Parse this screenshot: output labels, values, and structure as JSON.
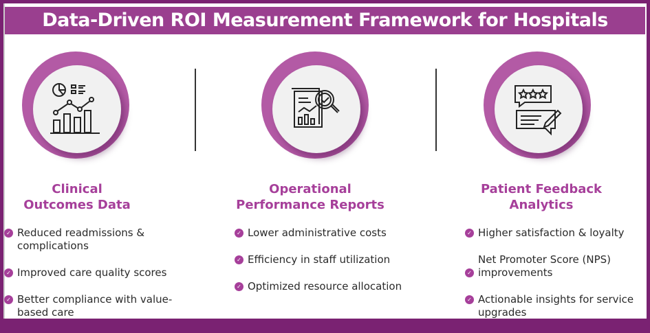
{
  "title": "Data-Driven ROI Measurement Framework for Hospitals",
  "colors": {
    "frame": "#7a2272",
    "header": "#9a3f8f",
    "ring": "#b35aa5",
    "accent": "#a63f9a"
  },
  "sections": [
    {
      "title_line1": "Clinical",
      "title_line2": "Outcomes Data",
      "icon": "analytics-chart-icon",
      "items": [
        "Reduced readmissions & complications",
        "Improved care quality scores",
        "Better compliance with value-based care"
      ]
    },
    {
      "title_line1": "Operational",
      "title_line2": "Performance Reports",
      "icon": "report-magnifier-icon",
      "items": [
        "Lower administrative costs",
        "Efficiency in staff utilization",
        "Optimized resource allocation"
      ]
    },
    {
      "title_line1": "Patient Feedback",
      "title_line2": "Analytics",
      "icon": "rating-feedback-icon",
      "items": [
        "Higher satisfaction & loyalty",
        "Net Promoter Score (NPS) improvements",
        "Actionable insights for service upgrades"
      ]
    }
  ]
}
